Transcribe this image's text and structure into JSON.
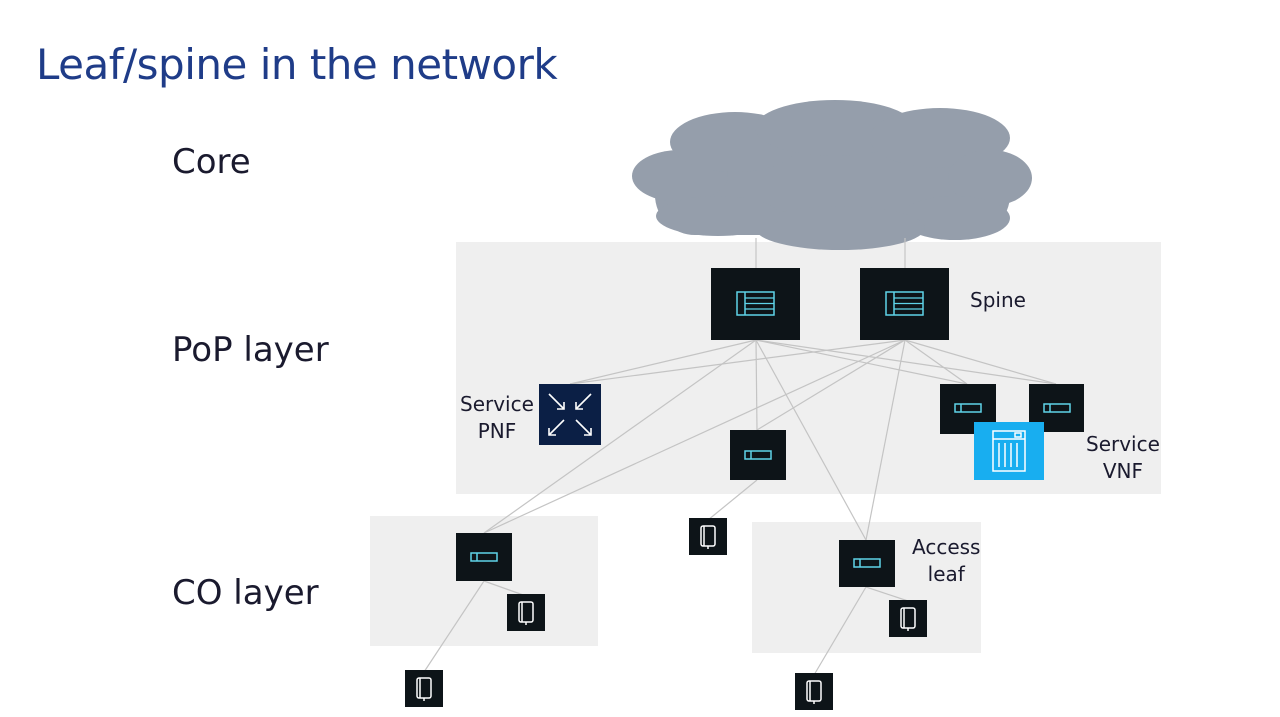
{
  "slide": {
    "title": "Leaf/spine in the network"
  },
  "layers": {
    "core": "Core",
    "pop": "PoP layer",
    "co": "CO layer"
  },
  "labels": {
    "spine": "Spine",
    "service_pnf": [
      "Service",
      "PNF"
    ],
    "service_vnf": [
      "Service",
      "VNF"
    ],
    "access_leaf": [
      "Access",
      "leaf"
    ]
  },
  "colors": {
    "title": "#1f3c88",
    "cloud": "#959eab",
    "zone": "#efefef",
    "device": "#0d1418",
    "device_icon": "#5fd3e8",
    "pnf": "#0b1f45",
    "vnf": "#18aef0",
    "link": "#c4c4c4"
  },
  "icons": [
    "cloud-icon",
    "spine-switch-icon",
    "leaf-switch-icon",
    "server-icon",
    "service-pnf-icon",
    "service-vnf-icon"
  ]
}
